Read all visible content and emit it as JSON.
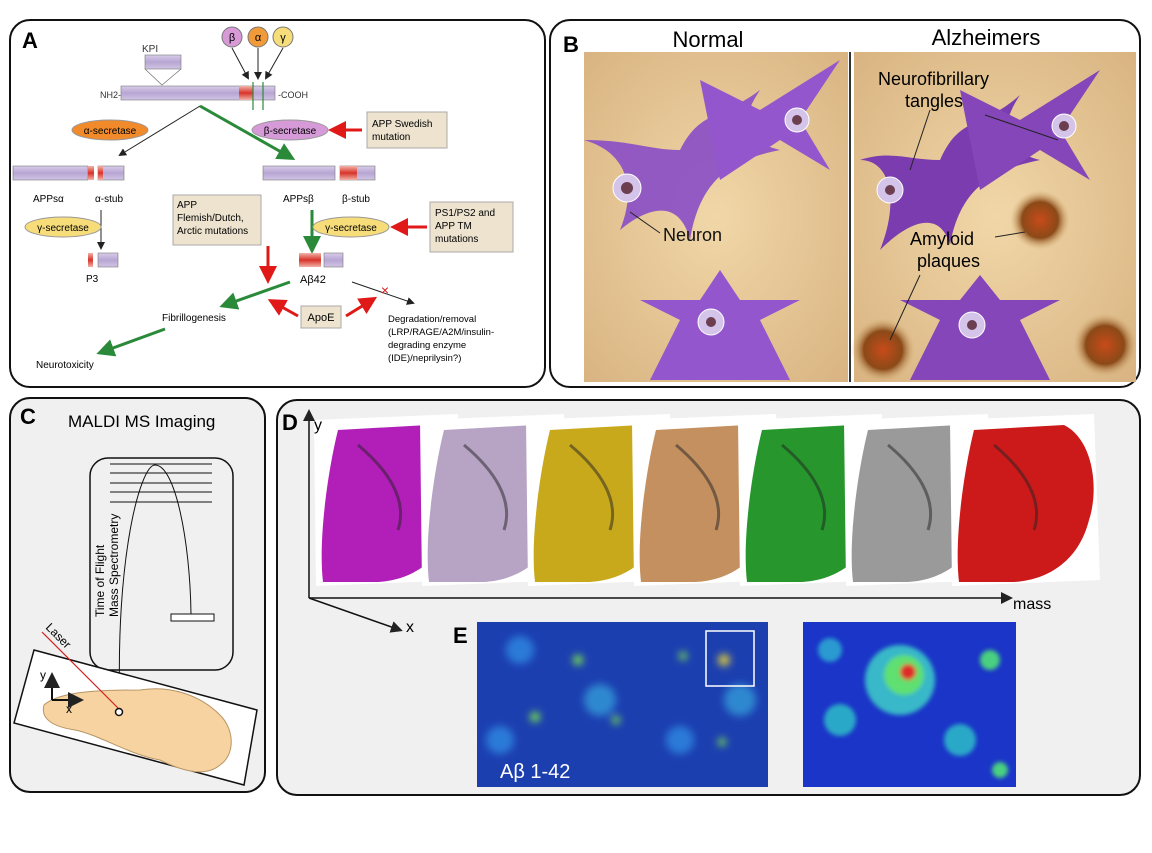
{
  "panel_a": {
    "label": "A",
    "kpi": "KPI",
    "enzymes": [
      "β",
      "α",
      "γ"
    ],
    "nh2": "NH2-",
    "cooh": "-COOH",
    "alpha_secretase": "α-secretase",
    "beta_secretase": "β-secretase",
    "gamma_secretase_left": "γ-secretase",
    "gamma_secretase_right": "γ-secretase",
    "swedish": [
      "APP Swedish",
      "mutation"
    ],
    "flemish": [
      "APP",
      "Flemish/Dutch,",
      "Arctic mutations"
    ],
    "ps1": [
      "PS1/PS2 and",
      "APP TM",
      "mutations"
    ],
    "appsa": "APPsα",
    "astub": "α-stub",
    "appsb": "APPsβ",
    "bstub": "β-stub",
    "p3": "P3",
    "abeta": "Aβ42",
    "apoe": "ApoE",
    "fibrillogenesis": "Fibrillogenesis",
    "neurotoxicity": "Neurotoxicity",
    "degradation": [
      "Degradation/removal",
      "(LRP/RAGE/A2M/insulin-",
      "degrading enzyme",
      "(IDE)/neprilysin?)"
    ]
  },
  "panel_b": {
    "label": "B",
    "normal": "Normal",
    "alzheimers": "Alzheimers",
    "neuron": "Neuron",
    "tangles": [
      "Neurofibrillary",
      "tangles"
    ],
    "plaques": [
      "Amyloid",
      "plaques"
    ]
  },
  "panel_c": {
    "label": "C",
    "title": "MALDI MS Imaging",
    "tof": [
      "Time of Flight",
      "Mass Spectrometry"
    ],
    "laser": "Laser",
    "y": "y",
    "x": "x"
  },
  "panel_d": {
    "label": "D",
    "y_axis": "y",
    "x_axis": "x",
    "mass_axis": "mass",
    "slice_colors": [
      "#b21fb8",
      "#b7a3c4",
      "#c9a91c",
      "#c49060",
      "#27972d",
      "#9a9a9a",
      "#cc1a1a"
    ]
  },
  "panel_e": {
    "label": "E",
    "caption": "Aβ 1-42"
  }
}
